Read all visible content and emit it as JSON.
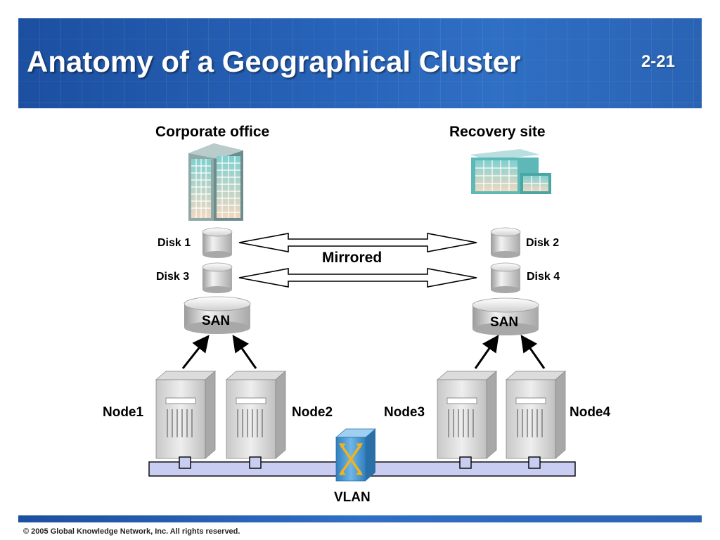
{
  "slide": {
    "title": "Anatomy of a Geographical Cluster",
    "number": "2-21",
    "copyright": "© 2005 Global Knowledge Network, Inc. All rights reserved."
  },
  "diagram": {
    "sites": {
      "corporate": "Corporate office",
      "recovery": "Recovery site"
    },
    "disks": {
      "disk1": "Disk 1",
      "disk2": "Disk 2",
      "disk3": "Disk 3",
      "disk4": "Disk 4"
    },
    "mirrored_label": "Mirrored",
    "san_left": "SAN",
    "san_right": "SAN",
    "nodes": {
      "node1": "Node1",
      "node2": "Node2",
      "node3": "Node3",
      "node4": "Node4"
    },
    "network_label": "VLAN"
  },
  "colors": {
    "header_blue": "#2763b8",
    "bus_fill": "#c9cdf2",
    "switch_blue": "#3a8fc9",
    "switch_arrows": "#f2b21c",
    "building_teal": "#5fb8b8"
  }
}
